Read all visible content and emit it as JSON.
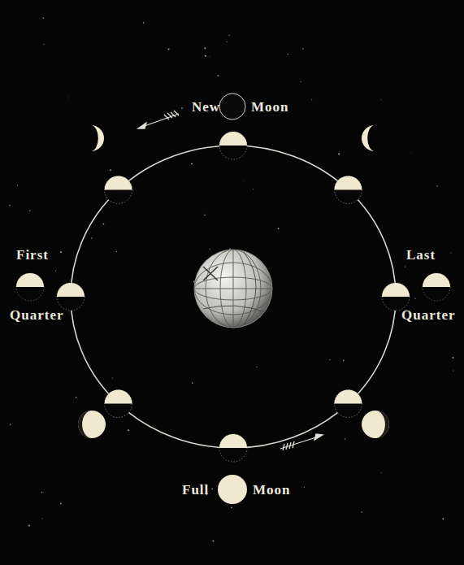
{
  "diagram": {
    "labels": [
      "New",
      "Moon",
      "First",
      "Quarter",
      "Last",
      "Quarter",
      "Full",
      "Moon"
    ]
  }
}
